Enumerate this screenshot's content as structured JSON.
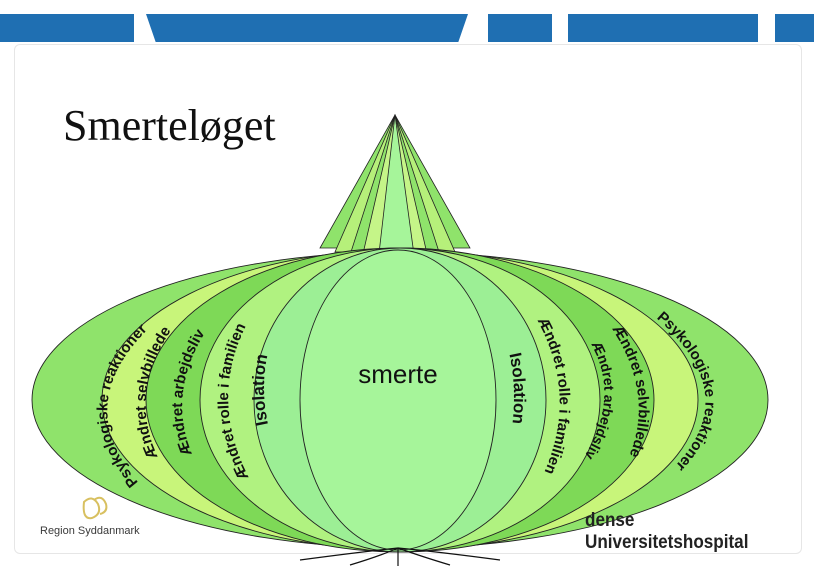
{
  "slide": {
    "title": "Smerteløget",
    "footer_left_logo_text": "Region Syddanmark",
    "footer_right_text": "dense Universitetshospital"
  },
  "diagram": {
    "center_label": "smerte",
    "layers_left": [
      "Isolation",
      "Ændret rolle i familien",
      "Ændret arbejdsliv",
      "Ændret selvbillede",
      "Psykologiske reaktioner"
    ],
    "layers_right": [
      "Isolation",
      "Ændret rolle i familien",
      "Ændret arbejdsliv",
      "Ændret selvbillede",
      "Psykologiske reaktioner"
    ]
  },
  "colors": {
    "brand_blue": "#1f6fb2",
    "onion_core": "#a6f59a",
    "onion_dark": "#7ed957",
    "onion_light": "#c8f57a"
  }
}
